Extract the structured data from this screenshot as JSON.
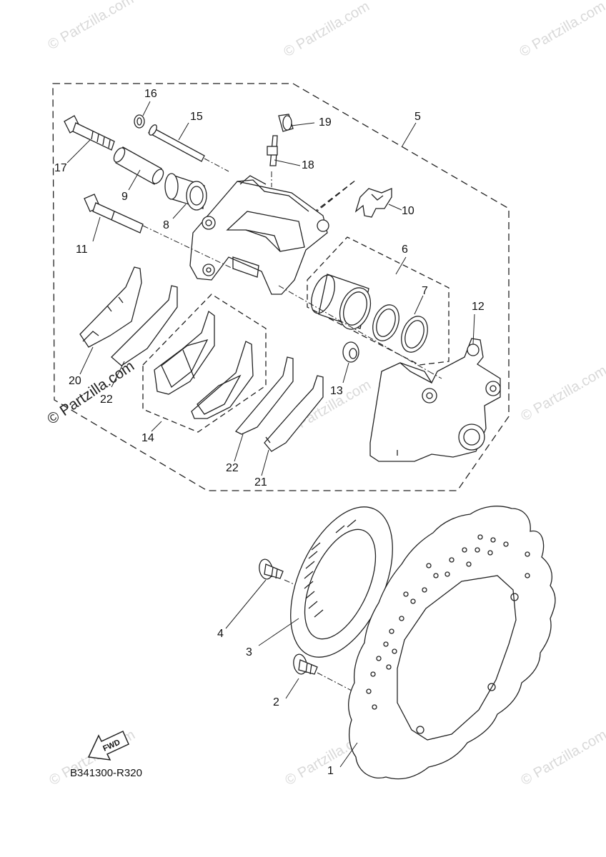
{
  "watermark": "© Partzilla.com",
  "brand_watermark": "© Partzilla.com",
  "diagram_code": "B341300-R320",
  "fwd_label": "FWD",
  "callouts": [
    {
      "id": "1",
      "label": "1"
    },
    {
      "id": "2",
      "label": "2"
    },
    {
      "id": "3",
      "label": "3"
    },
    {
      "id": "4",
      "label": "4"
    },
    {
      "id": "5",
      "label": "5"
    },
    {
      "id": "6",
      "label": "6"
    },
    {
      "id": "7",
      "label": "7"
    },
    {
      "id": "8",
      "label": "8"
    },
    {
      "id": "9",
      "label": "9"
    },
    {
      "id": "10",
      "label": "10"
    },
    {
      "id": "11",
      "label": "11"
    },
    {
      "id": "12",
      "label": "12"
    },
    {
      "id": "13",
      "label": "13"
    },
    {
      "id": "14",
      "label": "14"
    },
    {
      "id": "15",
      "label": "15"
    },
    {
      "id": "16",
      "label": "16"
    },
    {
      "id": "17",
      "label": "17"
    },
    {
      "id": "18",
      "label": "18"
    },
    {
      "id": "19",
      "label": "19"
    },
    {
      "id": "20",
      "label": "20"
    },
    {
      "id": "21",
      "label": "21"
    },
    {
      "id": "22a",
      "label": "22"
    },
    {
      "id": "22b",
      "label": "22"
    }
  ],
  "colors": {
    "line": "#222222",
    "watermark": "#d9d9d9",
    "background": "#ffffff"
  }
}
